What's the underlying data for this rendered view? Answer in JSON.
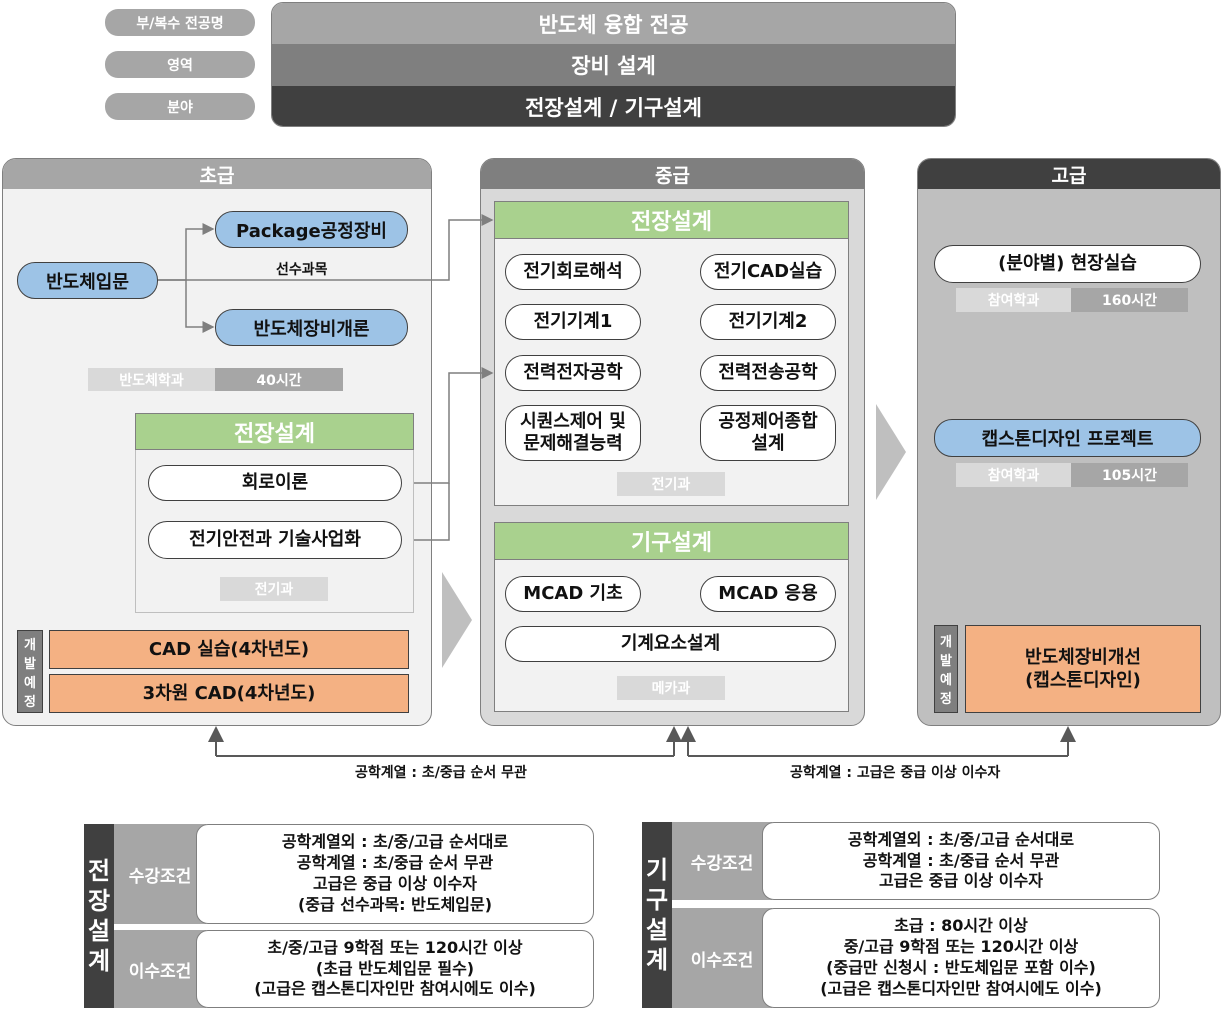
{
  "header": {
    "labels": [
      "부/복수 전공명",
      "영역",
      "분야"
    ],
    "values": [
      "반도체 융합 전공",
      "장비 설계",
      "전장설계 / 기구설계"
    ]
  },
  "beginner": {
    "title": "초급",
    "intro_node": "반도체입문",
    "package_node": "Package공정장비",
    "equip_node": "반도체장비개론",
    "prereq_label": "선수과목",
    "dept_tag": "반도체학과",
    "hours_tag": "40시간",
    "elec_section": {
      "title": "전장설계",
      "items": [
        "회로이론",
        "전기안전과 기술사업화"
      ],
      "dept_tag": "전기과"
    },
    "planned_label": [
      "개",
      "발",
      "예",
      "정"
    ],
    "planned_items": [
      "CAD 실습(4차년도)",
      "3차원 CAD(4차년도)"
    ]
  },
  "intermediate": {
    "title": "중급",
    "elec_section": {
      "title": "전장설계",
      "pairs": [
        [
          "전기회로해석",
          "전기CAD실습"
        ],
        [
          "전기기계1",
          "전기기계2"
        ],
        [
          "전력전자공학",
          "전력전송공학"
        ],
        [
          "시퀀스제어 및\n문제해결능력",
          "공정제어종합\n설계"
        ]
      ],
      "dept_tag": "전기과"
    },
    "mech_section": {
      "title": "기구설계",
      "pair": [
        "MCAD 기초",
        "MCAD 응용"
      ],
      "single": "기계요소설계",
      "dept_tag": "메카과"
    }
  },
  "advanced": {
    "title": "고급",
    "field_practice": "(분야별) 현장실습",
    "field_dept_tag": "참여학과",
    "field_hours": "160시간",
    "capstone": "캡스톤디자인 프로젝트",
    "capstone_dept_tag": "참여학과",
    "capstone_hours": "105시간",
    "planned_label": [
      "개",
      "발",
      "예",
      "정"
    ],
    "planned_item": "반도체장비개선\n(캡스톤디자인)"
  },
  "arrows": {
    "left_note": "공학계열 : 초/중급 순서 무관",
    "right_note": "공학계열 : 고급은 중급 이상 이수자"
  },
  "conditions": {
    "elec": {
      "side": [
        "전",
        "장",
        "설",
        "계"
      ],
      "enroll_label": "수강조건",
      "enroll_lines": [
        "공학계열외 : 초/중/고급 순서대로",
        "공학계열 : 초/중급 순서 무관",
        "고급은 중급 이상 이수자",
        "(중급 선수과목: 반도체입문)"
      ],
      "complete_label": "이수조건",
      "complete_lines": [
        "초/중/고급 9학점 또는 120시간 이상",
        "(초급 반도체입문 필수)",
        "(고급은 캡스톤디자인만 참여시에도 이수)"
      ]
    },
    "mech": {
      "side": [
        "기",
        "구",
        "설",
        "계"
      ],
      "enroll_label": "수강조건",
      "enroll_lines": [
        "공학계열외 : 초/중/고급 순서대로",
        "공학계열 : 초/중급 순서 무관",
        "고급은 중급 이상 이수자"
      ],
      "complete_label": "이수조건",
      "complete_lines": [
        "초급 : 80시간 이상",
        "중/고급 9학점 또는 120시간 이상",
        "(중급만 신청시 : 반도체입문 포함 이수)",
        "(고급은 캡스톤디자인만 참여시에도 이수)"
      ]
    }
  },
  "colors": {
    "blue_node": "#9dc3e6",
    "green_bar": "#a9d18e",
    "orange_box": "#f4b183",
    "panel_bg": "#f2f2f2"
  }
}
